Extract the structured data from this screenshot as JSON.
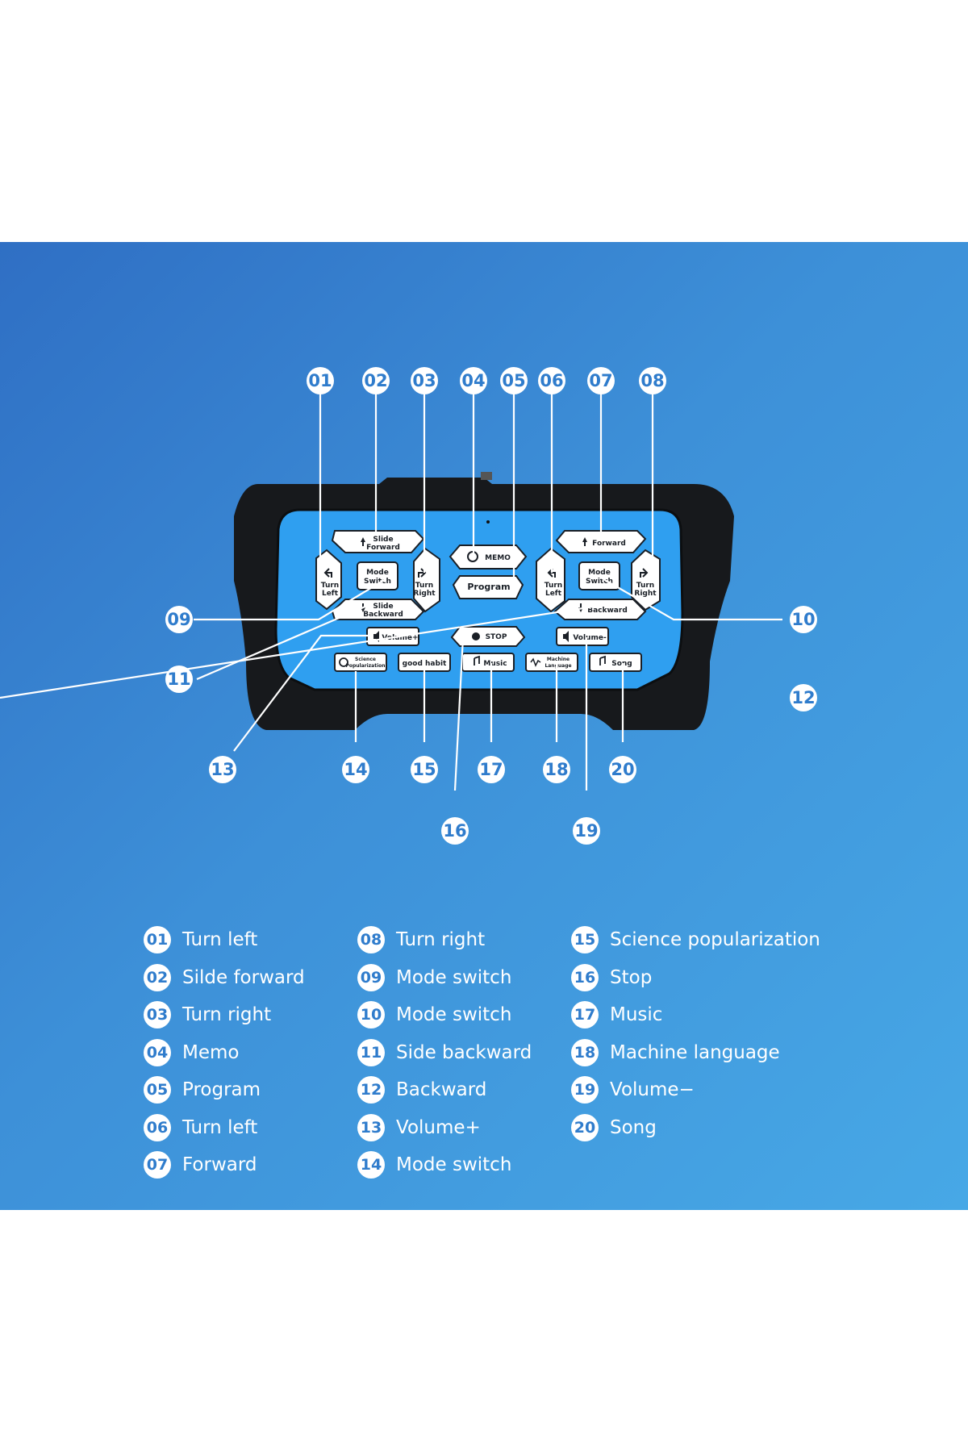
{
  "buttons": {
    "slide_forward_line1": "Slide",
    "slide_forward_line2": "Forward",
    "turn_left_line1": "Turn",
    "turn_left_line2": "Left",
    "mode_switch_line1": "Mode",
    "mode_switch_line2": "Switch",
    "turn_right_line1": "Turn",
    "turn_right_line2": "Right",
    "slide_backward_line1": "Slide",
    "slide_backward_line2": "Backward",
    "memo": "MEMO",
    "program": "Program",
    "stop": "STOP",
    "forward": "Forward",
    "backward": "Backward",
    "volume_plus": "Volume+",
    "volume_minus": "Volume-",
    "science_line1": "Science",
    "science_line2": "Popularization",
    "good_habit": "good habit",
    "music": "Music",
    "machine_line1": "Machine",
    "machine_line2": "Language",
    "song": "Song"
  },
  "callouts": [
    "01",
    "02",
    "03",
    "04",
    "05",
    "06",
    "07",
    "08",
    "09",
    "10",
    "11",
    "12",
    "13",
    "14",
    "15",
    "16",
    "17",
    "18",
    "19",
    "20"
  ],
  "legend": {
    "columns": [
      [
        {
          "num": "01",
          "label": "Turn left"
        },
        {
          "num": "02",
          "label": "Silde forward"
        },
        {
          "num": "03",
          "label": "Turn right"
        },
        {
          "num": "04",
          "label": "Memo"
        },
        {
          "num": "05",
          "label": "Program"
        },
        {
          "num": "06",
          "label": "Turn left"
        },
        {
          "num": "07",
          "label": "Forward"
        }
      ],
      [
        {
          "num": "08",
          "label": "Turn right"
        },
        {
          "num": "09",
          "label": "Mode switch"
        },
        {
          "num": "10",
          "label": "Mode switch"
        },
        {
          "num": "11",
          "label": "Side backward"
        },
        {
          "num": "12",
          "label": "Backward"
        },
        {
          "num": "13",
          "label": "Volume+"
        },
        {
          "num": "14",
          "label": "Mode switch"
        }
      ],
      [
        {
          "num": "15",
          "label": "Science popularization"
        },
        {
          "num": "16",
          "label": "Stop"
        },
        {
          "num": "17",
          "label": "Music"
        },
        {
          "num": "18",
          "label": "Machine language"
        },
        {
          "num": "19",
          "label": "Volume−"
        },
        {
          "num": "20",
          "label": "Song"
        }
      ]
    ]
  },
  "colors": {
    "panel_gradient_start": "#2f6fc4",
    "panel_gradient_end": "#47a8e6",
    "controller_frame": "#17191c",
    "controller_screen": "#2f9ff0",
    "callout_text": "#2f7ccc"
  },
  "icons": [
    "arrow-up-icon",
    "arrow-down-icon",
    "turn-left-icon",
    "turn-right-icon",
    "memo-icon",
    "stop-icon",
    "speaker-icon",
    "music-note-icon",
    "gear-icon",
    "waveform-icon"
  ]
}
